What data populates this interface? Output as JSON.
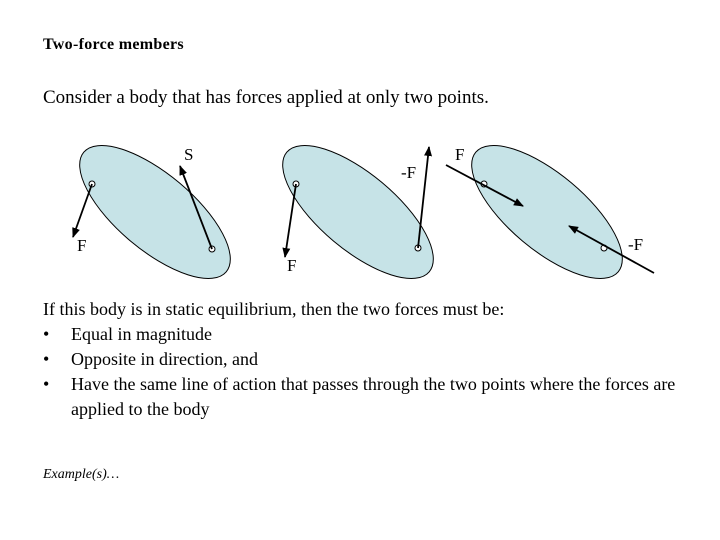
{
  "title": "Two-force members",
  "intro": "Consider a body that has forces applied at only two points.",
  "figure": {
    "labels": {
      "s": "S",
      "f_left": "F",
      "f_middle": "F",
      "neg_f_middle": "-F",
      "f_right": "F",
      "neg_f_right": "-F"
    },
    "colors": {
      "body_fill": "#c6e3e7",
      "outline": "#000000"
    }
  },
  "equilibrium": {
    "lead": "If this body is in static equilibrium, then the two forces must be:",
    "bullet_symbol": "•",
    "conditions": [
      "Equal in magnitude",
      "Opposite in direction, and",
      "Have the same line of action that passes through the two points where the forces are applied to the body"
    ]
  },
  "footer": "Example(s)…"
}
